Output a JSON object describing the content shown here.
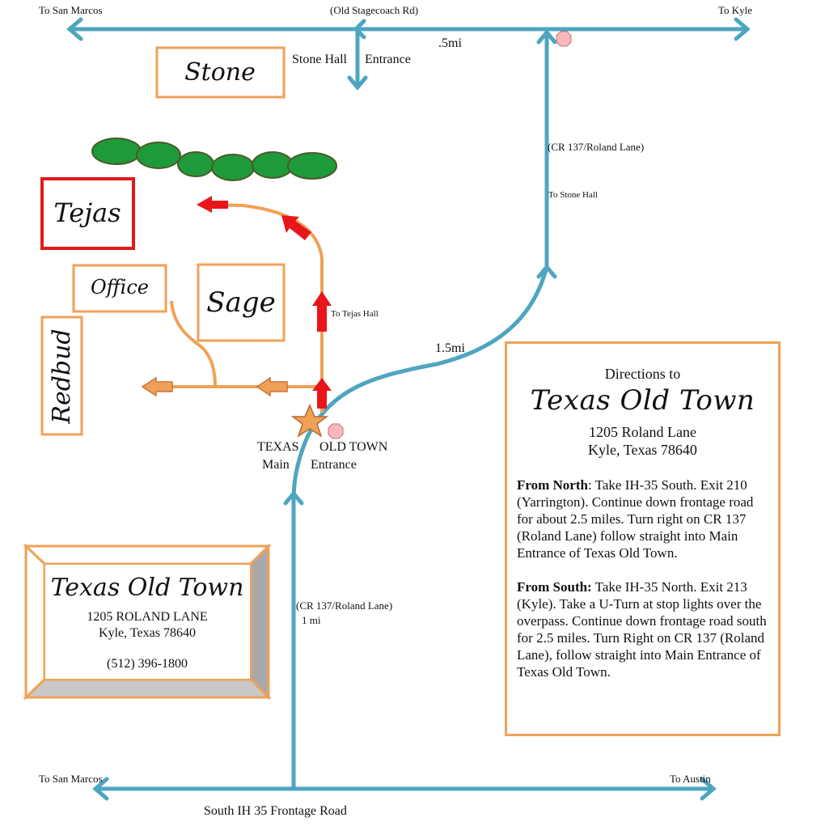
{
  "roads": {
    "top_left": "To San Marcos",
    "top_name": "(Old Stagecoach Rd)",
    "top_right": "To Kyle",
    "half_mile": ".5mi",
    "stone_entrance_a": "Stone Hall",
    "stone_entrance_b": "Entrance",
    "cr137_north": "(CR 137/Roland Lane)",
    "to_stone_hall": "To Stone Hall",
    "mile_and_half": "1.5mi",
    "cr137_south": "(CR 137/Roland Lane)",
    "one_mile": "1 mi",
    "bottom_left": "To San Marcos",
    "bottom_right": "To Austin",
    "bottom_name": "South IH 35 Frontage Road"
  },
  "buildings": {
    "stone": "Stone",
    "tejas": "Tejas",
    "office": "Office",
    "sage": "Sage",
    "redbud": "Redbud"
  },
  "paths": {
    "to_tejas": "To Tejas Hall"
  },
  "entrance": {
    "line1a": "TEXAS",
    "line1b": "OLD TOWN",
    "line2a": "Main",
    "line2b": "Entrance"
  },
  "address_card": {
    "title": "Texas Old Town",
    "street": "1205 ROLAND LANE",
    "city": "Kyle, Texas 78640",
    "phone": "(512) 396-1800"
  },
  "directions": {
    "heading": "Directions to",
    "title": "Texas Old Town",
    "street": "1205 Roland Lane",
    "city": "Kyle, Texas 78640",
    "north_label": "From North",
    "north_text": ": Take IH-35 South. Exit 210 (Yarrington). Continue down frontage road for about 2.5 miles. Turn right on CR 137 (Roland Lane) follow straight into Main Entrance of Texas Old Town.",
    "south_label": "From South:",
    "south_text": " Take IH-35 North. Exit 213 (Kyle). Take a U-Turn at stop lights over the overpass. Continue down frontage road south for 2.5 miles. Turn Right on CR 137 (Roland Lane), follow straight into Main Entrance of Texas Old Town."
  },
  "colors": {
    "road": "#4ea5c0",
    "path": "#f0a157",
    "arrow": "#e8161b",
    "tejas": "#e01b1b",
    "tree": "#1e9a3a"
  }
}
